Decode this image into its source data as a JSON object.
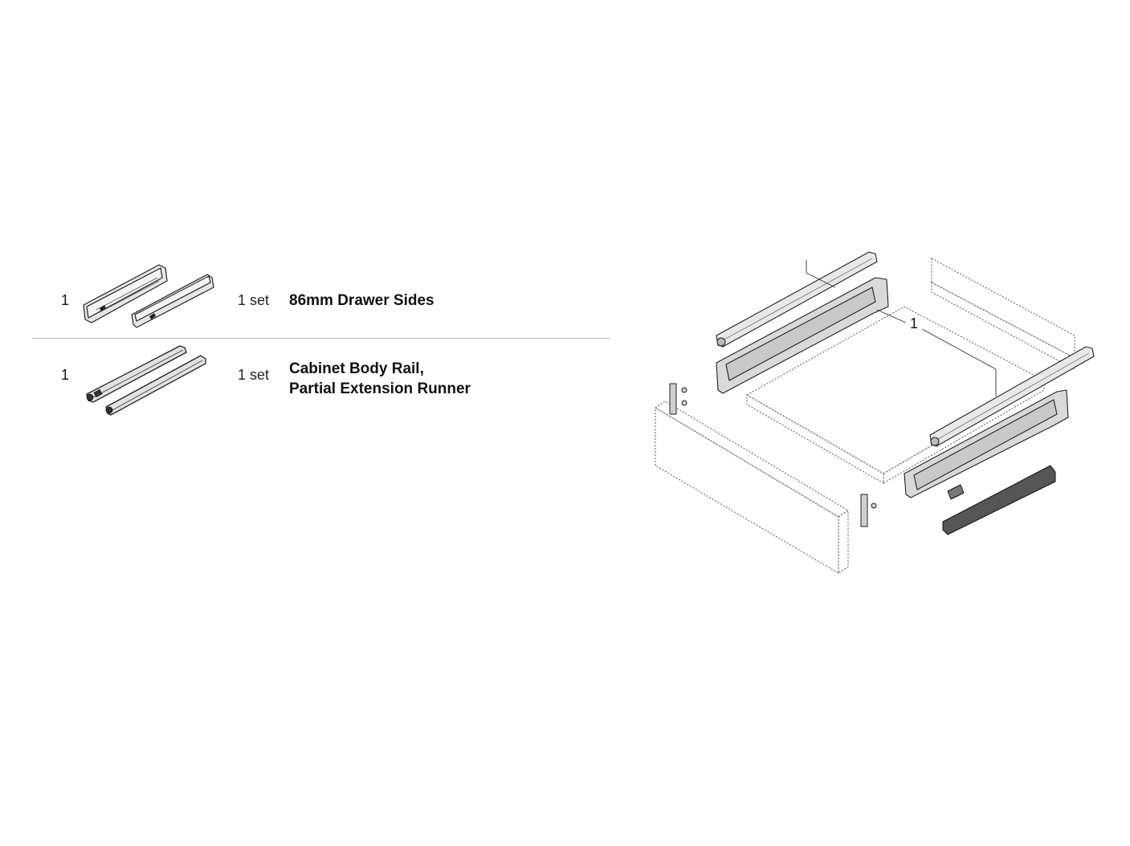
{
  "parts": [
    {
      "quantity": "1",
      "icon": "drawer-sides-icon",
      "set_label": "1 set",
      "name_lines": [
        "86mm Drawer Sides"
      ]
    },
    {
      "quantity": "1",
      "icon": "rail-runner-icon",
      "set_label": "1 set",
      "name_lines": [
        "Cabinet Body Rail,",
        "Partial Extension Runner"
      ]
    }
  ],
  "assembly": {
    "icon": "drawer-assembly-icon",
    "callout": "1"
  },
  "colors": {
    "text": "#111111",
    "divider": "#bdbdbd",
    "metal": "#d9d9d9",
    "panel": "#ffffff",
    "dark_part": "#444444"
  }
}
